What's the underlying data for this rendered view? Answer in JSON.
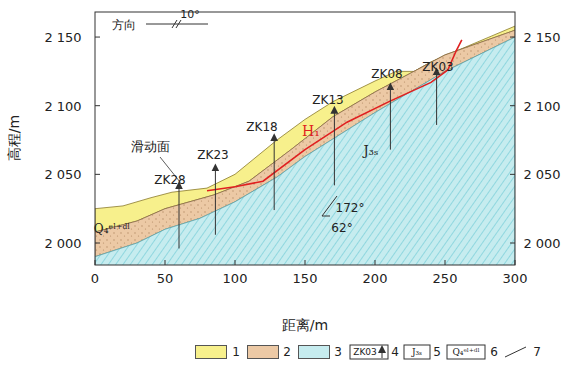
{
  "diagram": {
    "labels": [
      "方向",
      "10°",
      "2 150",
      "2 100",
      "2 050",
      "2 000",
      "2 150",
      "2 100",
      "2 050",
      "2 000",
      "0",
      "50",
      "100",
      "150",
      "200",
      "250",
      "300",
      "距离/m",
      "高程/m",
      "滑动面",
      "H₁",
      "J₃ₛ",
      "Q₄ᵉˡ⁺ᵈˡ",
      "172°",
      "62°",
      "ZK28",
      "ZK23",
      "ZK18",
      "ZK13",
      "ZK08",
      "ZK03",
      "ZK03",
      "J₃ₛ",
      "Q₄ᵉˡ⁺ᵈˡ"
    ],
    "legend": [
      {
        "text": "1",
        "color": "#f7f08c"
      },
      {
        "text": "2",
        "color": "#ecc9a5"
      },
      {
        "text": "3",
        "color": "#c6ecef"
      },
      {
        "text": "4"
      },
      {
        "text": "5"
      },
      {
        "text": "6"
      },
      {
        "text": "7"
      }
    ]
  }
}
